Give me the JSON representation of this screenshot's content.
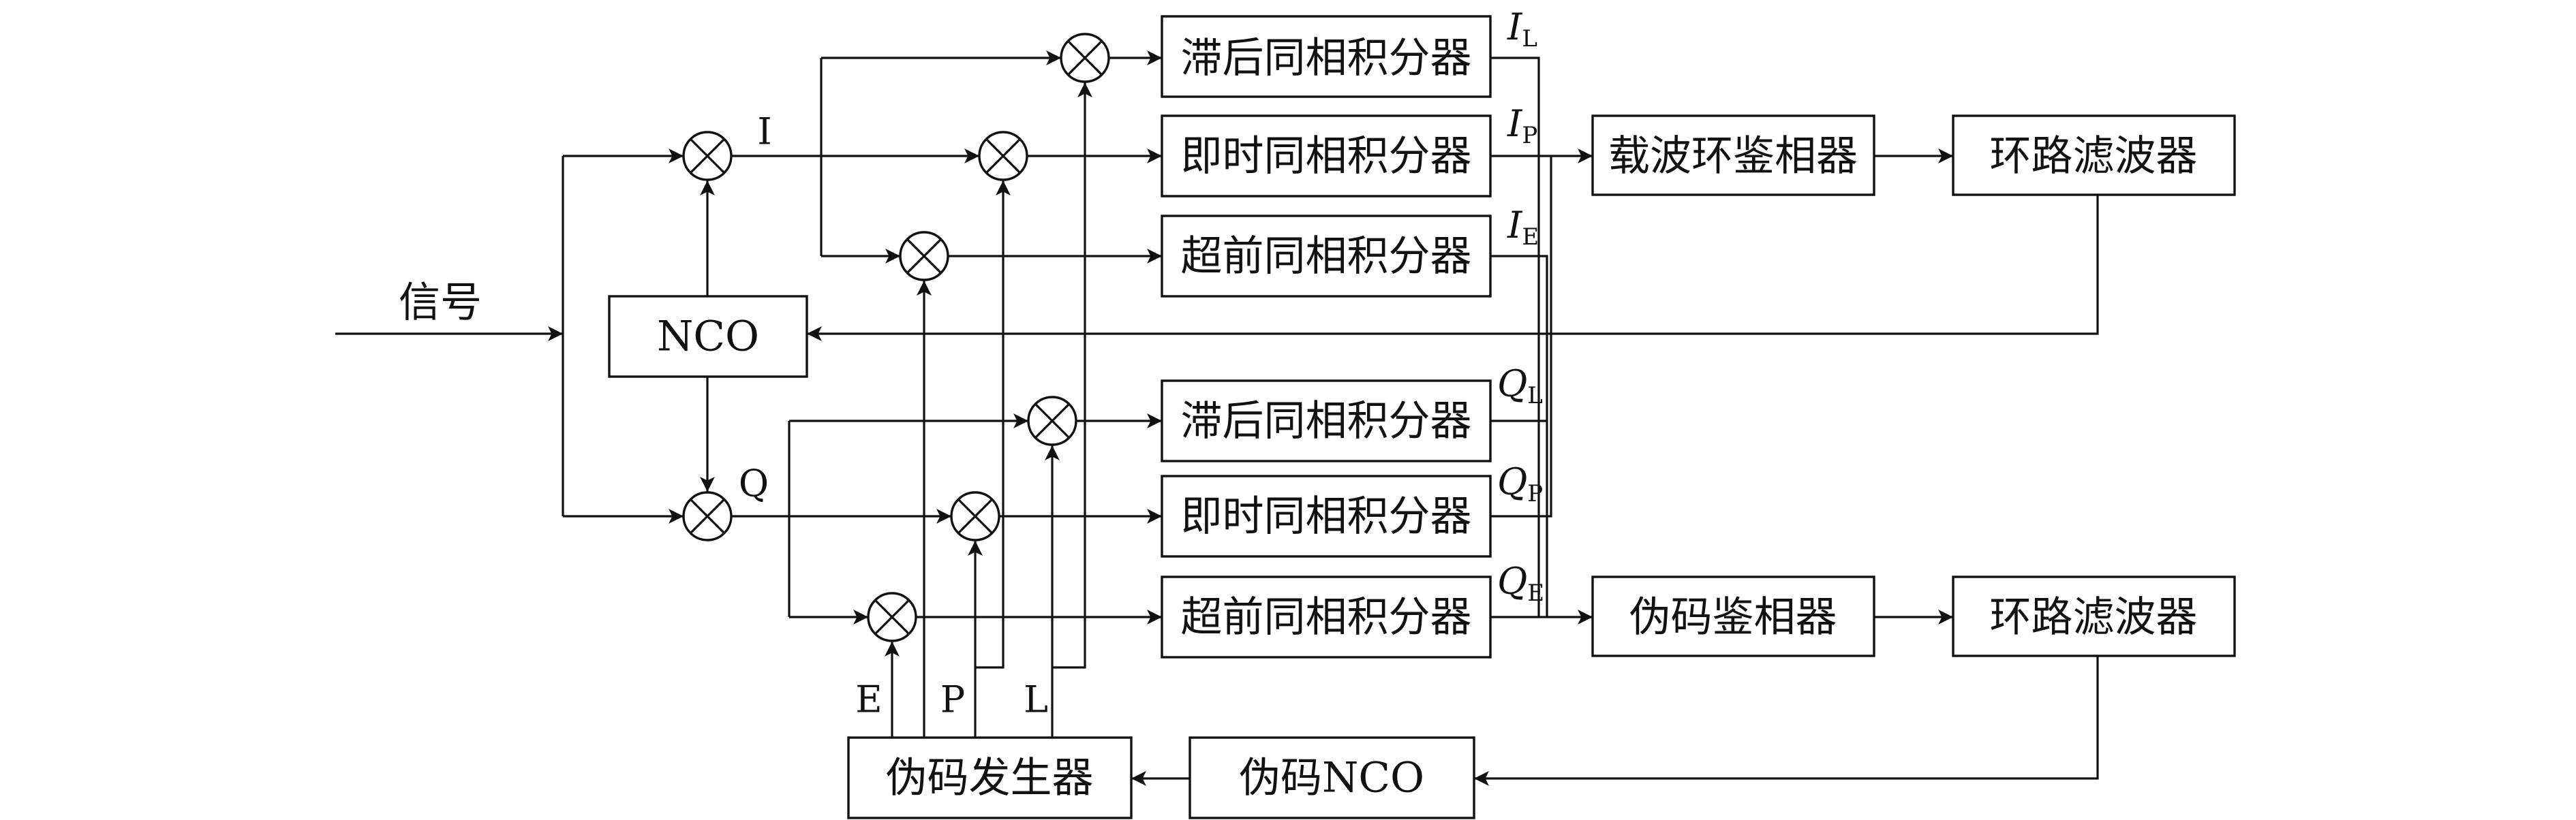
{
  "input_label": "信号",
  "carrier_nco": "NCO",
  "branch_labels": {
    "i": "I",
    "q": "Q"
  },
  "integrators": {
    "i_late": "滞后同相积分器",
    "i_prompt": "即时同相积分器",
    "i_early": "超前同相积分器",
    "q_late": "滞后同相积分器",
    "q_prompt": "即时同相积分器",
    "q_early": "超前同相积分器"
  },
  "outputs": {
    "il": {
      "main": "I",
      "sub": "L"
    },
    "ip": {
      "main": "I",
      "sub": "P"
    },
    "ie": {
      "main": "I",
      "sub": "E"
    },
    "ql": {
      "main": "Q",
      "sub": "L"
    },
    "qp": {
      "main": "Q",
      "sub": "P"
    },
    "qe": {
      "main": "Q",
      "sub": "E"
    }
  },
  "carrier_discriminator": "载波环鉴相器",
  "carrier_loop_filter": "环路滤波器",
  "code_discriminator": "伪码鉴相器",
  "code_loop_filter": "环路滤波器",
  "code_nco": "伪码NCO",
  "code_generator": "伪码发生器",
  "code_taps": {
    "early": "E",
    "prompt": "P",
    "late": "L"
  }
}
